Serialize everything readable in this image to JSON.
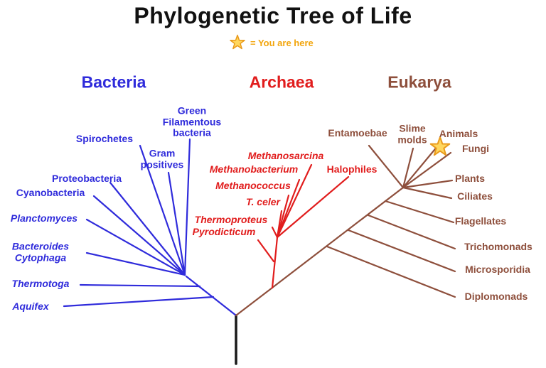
{
  "title": "Phylogenetic Tree of Life",
  "legend": {
    "icon": "star",
    "text": "= You are here"
  },
  "domains": {
    "bacteria": "Bacteria",
    "archaea": "Archaea",
    "eukarya": "Eukarya"
  },
  "taxa": {
    "bacteria": {
      "spirochetes": "Spirochetes",
      "green_filamentous": "Green\nFilamentous\nbacteria",
      "gram_positives": "Gram\npositives",
      "proteobacteria": "Proteobacteria",
      "cyanobacteria": "Cyanobacteria",
      "planctomyces": "Planctomyces",
      "bacteroides_cytophaga": "Bacteroides\nCytophaga",
      "thermotoga": "Thermotoga",
      "aquifex": "Aquifex"
    },
    "archaea": {
      "methanosarcina": "Methanosarcina",
      "methanobacterium": "Methanobacterium",
      "halophiles": "Halophiles",
      "methanococcus": "Methanococcus",
      "t_celer": "T. celer",
      "thermoproteus": "Thermoproteus",
      "pyrodicticum": "Pyrodicticum"
    },
    "eukarya": {
      "entamoebae": "Entamoebae",
      "slime_molds": "Slime\nmolds",
      "animals": "Animals",
      "fungi": "Fungi",
      "plants": "Plants",
      "ciliates": "Ciliates",
      "flagellates": "Flagellates",
      "trichomonads": "Trichomonads",
      "microsporidia": "Microsporidia",
      "diplomonads": "Diplomonads"
    }
  },
  "colors": {
    "bacteria": "#2f2bdb",
    "archaea": "#e11d1d",
    "eukarya": "#8e4f3c",
    "trunk": "#1a1a1a",
    "title": "#111111",
    "legend_text": "#f2a50c",
    "star_fill": "#ffd75e",
    "star_stroke": "#e99a1c"
  }
}
